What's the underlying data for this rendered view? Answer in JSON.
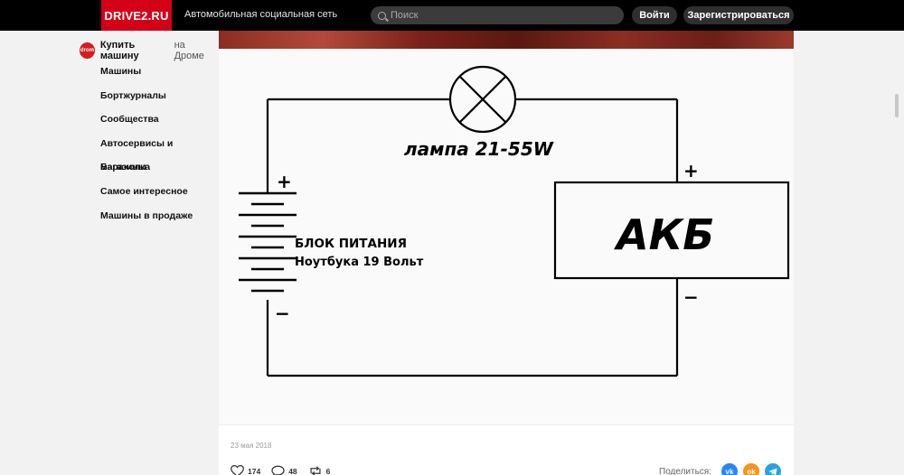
{
  "header": {
    "logo": "DRIVE2.RU",
    "tagline": "Автомобильная социальная сеть",
    "search_placeholder": "Поиск",
    "login_label": "Войти",
    "register_label": "Зарегистрироваться"
  },
  "sidebar": {
    "buy_label": "Купить машину",
    "buy_suffix": "на Дроме",
    "drom_logo_text": "drom",
    "items": [
      {
        "label": "Машины"
      },
      {
        "label": "Бортжурналы"
      },
      {
        "label": "Сообщества"
      },
      {
        "label": "Автосервисы и магазины"
      },
      {
        "label": "Барахолка"
      },
      {
        "label": "Самое интересное"
      },
      {
        "label": "Машины в продаже"
      }
    ]
  },
  "diagram": {
    "lamp_label": "лампа 21-55W",
    "psu_line1": "БЛОК ПИТАНИЯ",
    "psu_line2": "Ноутбука 19 Вольт",
    "battery_label": "АКБ",
    "plus": "+",
    "minus": "−"
  },
  "post": {
    "date": "23 мая 2018",
    "likes": "174",
    "comments": "48",
    "reposts": "6",
    "share_label": "Поделиться:"
  },
  "share_buttons": [
    {
      "name": "vk",
      "glyph": "vk",
      "color": "#2787f5"
    },
    {
      "name": "ok",
      "glyph": "ok",
      "color": "#f7931e"
    },
    {
      "name": "telegram",
      "glyph": "tg",
      "color": "#2aa3dd"
    }
  ]
}
